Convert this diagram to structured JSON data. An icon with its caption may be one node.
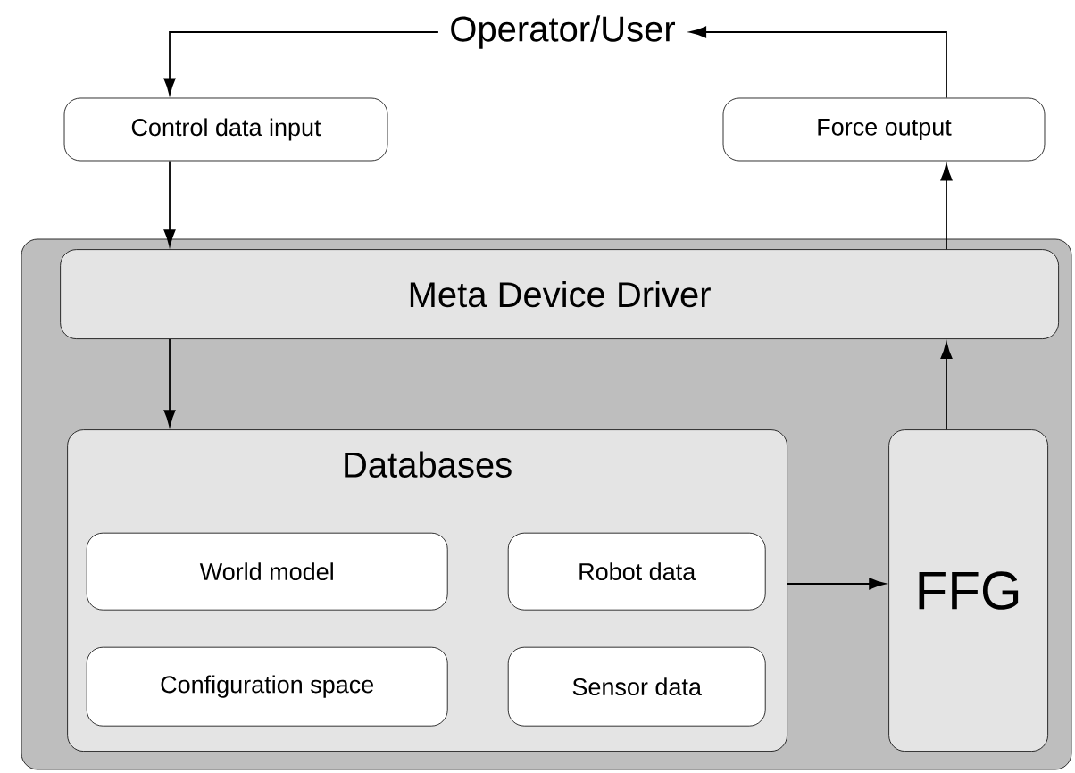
{
  "diagram": {
    "nodes": [
      {
        "text": [
          "Operator/User"
        ]
      },
      {
        "text": [
          "Control data input"
        ]
      },
      {
        "text": [
          "Force output"
        ]
      },
      {
        "text": [],
        "shape": "box"
      },
      {
        "text": [
          "Meta Device Driver"
        ],
        "in": 3
      },
      {
        "text": [
          "Databases"
        ],
        "in": 3
      },
      {
        "text": [
          "World model"
        ],
        "in": 5
      },
      {
        "text": [
          "Robot data"
        ],
        "in": 5
      },
      {
        "text": [
          "Configuration space"
        ],
        "in": 5
      },
      {
        "text": [
          "Sensor data"
        ],
        "in": 5
      },
      {
        "text": [
          "FFG"
        ],
        "in": 3
      }
    ],
    "edges": [
      {
        "from": 0,
        "to": 1,
        "arrow": "to"
      },
      {
        "from": 2,
        "to": 0,
        "arrow": "to"
      },
      {
        "from": 1,
        "to": 4,
        "arrow": "to"
      },
      {
        "from": 4,
        "to": 2,
        "arrow": "to"
      },
      {
        "from": 4,
        "to": 5,
        "arrow": "to"
      },
      {
        "from": 5,
        "to": 10,
        "arrow": "to"
      },
      {
        "from": 10,
        "to": 4,
        "arrow": "to"
      }
    ]
  }
}
